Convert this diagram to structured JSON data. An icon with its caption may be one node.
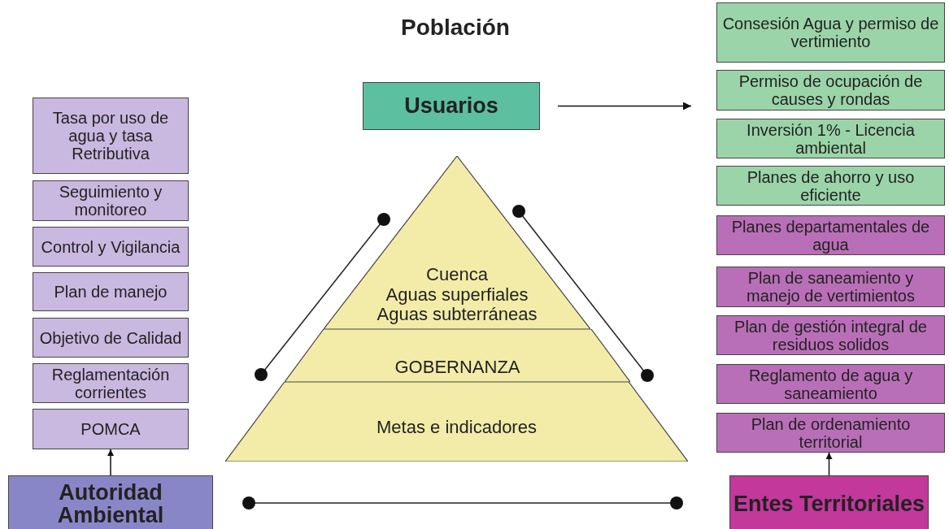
{
  "diagram": {
    "title": "Población",
    "nodes": [
      {
        "text": [
          "Usuarios"
        ]
      },
      {
        "text": [
          "Tasa por uso de agua y tasa Retributiva"
        ]
      },
      {
        "text": [
          "Seguimiento y monitoreo"
        ]
      },
      {
        "text": [
          "Control y Vigilancia"
        ]
      },
      {
        "text": [
          "Plan de manejo"
        ]
      },
      {
        "text": [
          "Objetivo de Calidad"
        ]
      },
      {
        "text": [
          "Reglamentación corrientes"
        ]
      },
      {
        "text": [
          "POMCA"
        ]
      },
      {
        "text": [
          "Autoridad Ambiental"
        ]
      },
      {
        "text": [
          "Cuenca",
          "Aguas superfiales",
          "Aguas subterráneas"
        ]
      },
      {
        "text": [
          "GOBERNANZA"
        ]
      },
      {
        "text": [
          "Metas e indicadores"
        ]
      },
      {
        "text": [
          "Consesión Agua y permiso de vertimiento"
        ]
      },
      {
        "text": [
          "Permiso de ocupación de causes y rondas"
        ]
      },
      {
        "text": [
          "Inversión 1% - Licencia ambiental"
        ]
      },
      {
        "text": [
          "Planes de ahorro y uso eficiente"
        ]
      },
      {
        "text": [
          "Planes departamentales de agua"
        ]
      },
      {
        "text": [
          "Plan de saneamiento y manejo de vertimientos"
        ]
      },
      {
        "text": [
          "Plan de gestión integral de residuos solidos"
        ]
      },
      {
        "text": [
          "Reglamento de agua y saneamiento"
        ]
      },
      {
        "text": [
          "Plan de ordenamiento territorial"
        ]
      },
      {
        "text": [
          "Entes Territoriales"
        ]
      }
    ],
    "edges": [
      {
        "from": 0,
        "to": null,
        "arrow": "to"
      },
      {
        "from": 8,
        "to": 7,
        "arrow": "to"
      },
      {
        "from": 21,
        "to": 20,
        "arrow": "to"
      }
    ]
  }
}
